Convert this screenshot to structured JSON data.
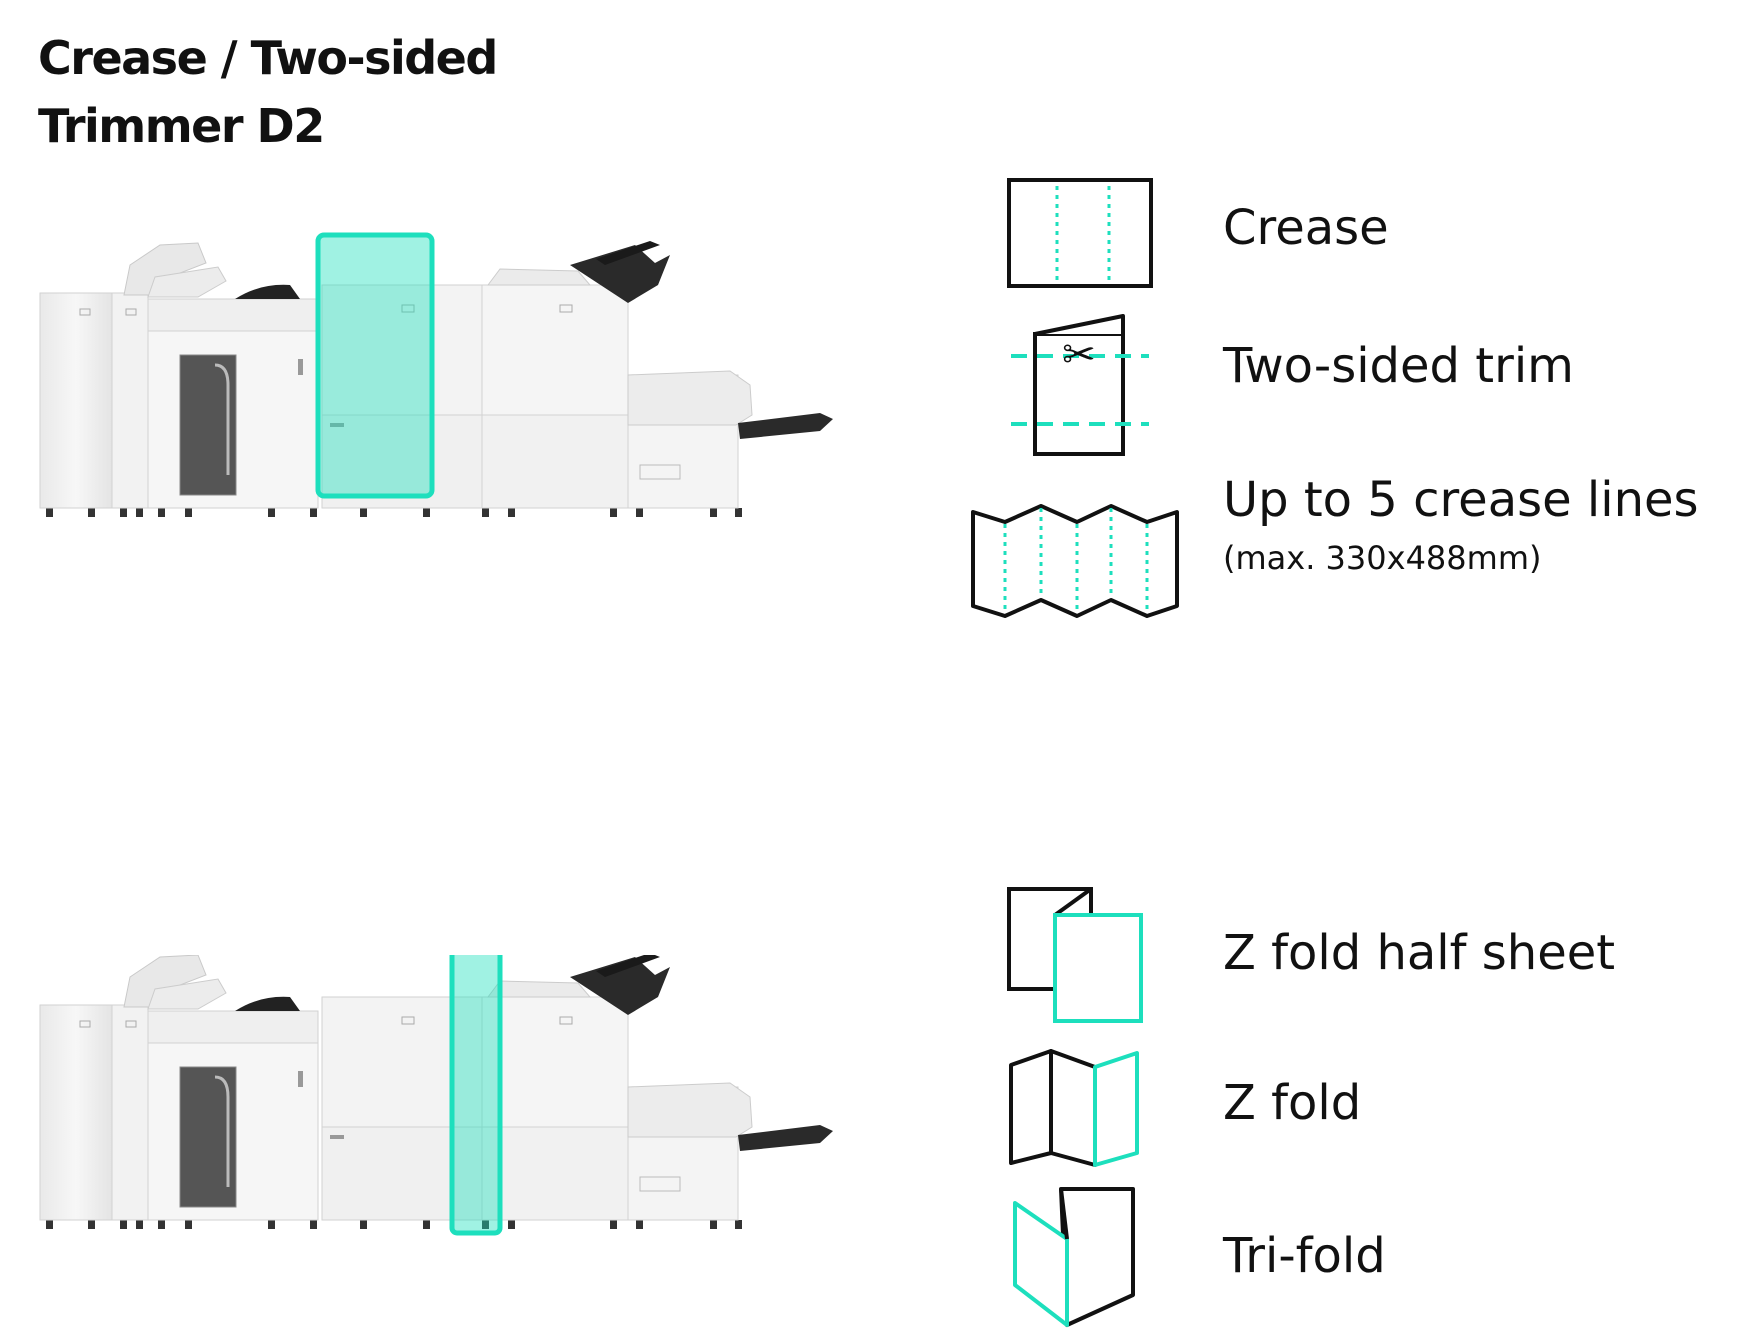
{
  "title": {
    "line1": "Crease / Two-sided",
    "line2": "Trimmer D2"
  },
  "accent_color": "#1ddfbd",
  "sections": [
    {
      "machine_image": "finisher-line-crease-trimmer-highlight",
      "features": [
        {
          "icon": "crease-icon",
          "label": "Crease"
        },
        {
          "icon": "scissors-trim-icon",
          "label": "Two-sided trim"
        },
        {
          "icon": "multi-crease-icon",
          "label": "Up to 5 crease lines",
          "sublabel": "(max. 330x488mm)"
        }
      ]
    },
    {
      "machine_image": "finisher-line-folder-highlight",
      "features": [
        {
          "icon": "z-fold-half-sheet-icon",
          "label": "Z fold half sheet"
        },
        {
          "icon": "z-fold-icon",
          "label": "Z fold"
        },
        {
          "icon": "tri-fold-icon",
          "label": "Tri-fold"
        }
      ]
    }
  ]
}
